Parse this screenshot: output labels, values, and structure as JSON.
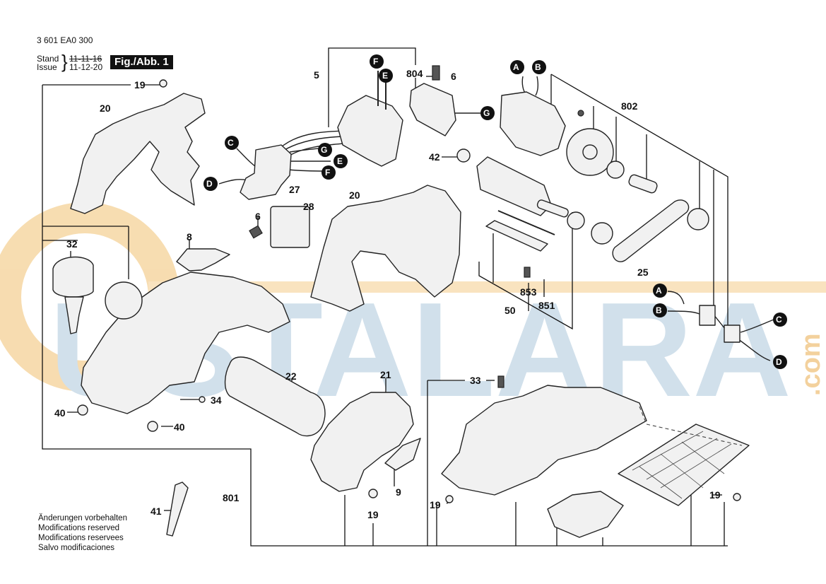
{
  "header": {
    "part_number": "3 601 EA0 300",
    "stand_label": "Stand",
    "issue_label": "Issue",
    "stand_date_struck": "11-11-16",
    "issue_date": "11-12-20",
    "figure_label": "Fig./Abb. 1"
  },
  "watermark": {
    "text": "USTALARA",
    "suffix": ".com"
  },
  "callouts": {
    "c19a": "19",
    "c20a": "20",
    "c5": "5",
    "c804": "804",
    "c6a": "6",
    "c802": "802",
    "c42": "42",
    "c27": "27",
    "c28": "28",
    "c6b": "6",
    "c20b": "20",
    "c8": "8",
    "c32": "32",
    "c853": "853",
    "c50": "50",
    "c851": "851",
    "c25": "25",
    "c22": "22",
    "c21": "21",
    "c33": "33",
    "c34": "34",
    "c40a": "40",
    "c40b": "40",
    "c9": "9",
    "c801": "801",
    "c41": "41",
    "c19b": "19",
    "c19c": "19",
    "c19d": "19"
  },
  "markers": {
    "A1": "A",
    "B1": "B",
    "F1": "F",
    "E1": "E",
    "G1": "G",
    "C1": "C",
    "G2": "G",
    "E2": "E",
    "F2": "F",
    "D1": "D",
    "A2": "A",
    "B2": "B",
    "C2": "C",
    "D2": "D"
  },
  "footer": {
    "lines": [
      "Änderungen vorbehalten",
      "Modifications reserved",
      "Modifications reservees",
      "Salvo modificaciones"
    ]
  },
  "colors": {
    "watermark_orange": "#f6d7a3",
    "watermark_blue": "#c9dbe8",
    "ink": "#111111"
  }
}
